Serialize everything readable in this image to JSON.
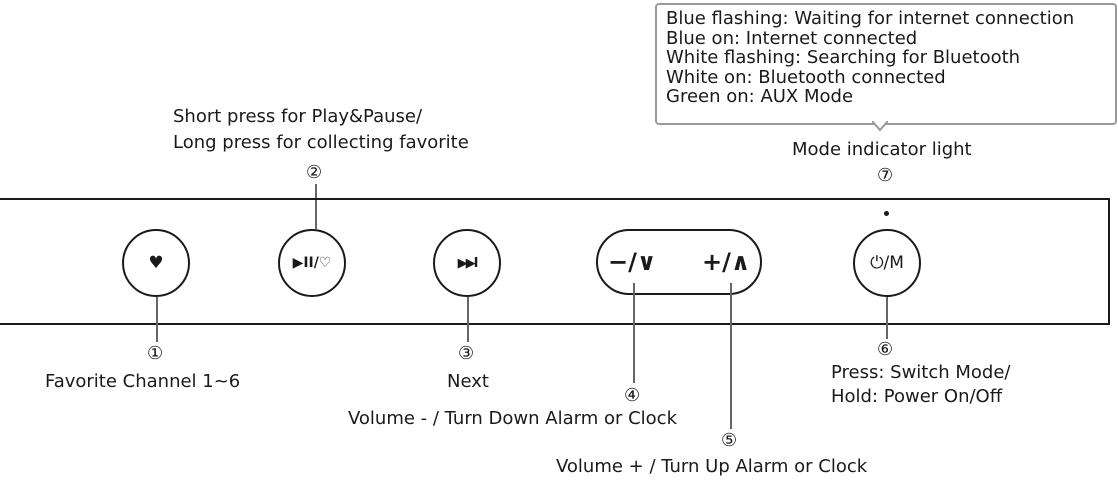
{
  "callout": {
    "lines": [
      "Blue flashing: Waiting for internet connection",
      "Blue on: Internet connected",
      "White flashing: Searching for Bluetooth",
      "White on: Bluetooth connected",
      "Green on: AUX Mode"
    ]
  },
  "mode_indicator": {
    "label": "Mode indicator light",
    "number": "⑦"
  },
  "buttons": {
    "favorite": {
      "glyph": "♥",
      "number": "①",
      "label": "Favorite Channel 1~6"
    },
    "play_pause": {
      "glyph": "▶II/♡",
      "number": "②",
      "label_line1": "Short press for Play&Pause/",
      "label_line2": "Long press for collecting favorite"
    },
    "next": {
      "glyph": "▶▶I",
      "number": "③",
      "label": "Next"
    },
    "volume_down": {
      "glyph": "−/∨",
      "number": "④",
      "label": "Volume - / Turn Down Alarm or Clock"
    },
    "volume_up": {
      "glyph": "+/∧",
      "number": "⑤",
      "label": "Volume + / Turn Up Alarm or Clock"
    },
    "power_mode": {
      "glyph": "⏻/M",
      "number": "⑥",
      "label_line1": "Press: Switch Mode/",
      "label_line2": "Hold: Power On/Off"
    }
  }
}
